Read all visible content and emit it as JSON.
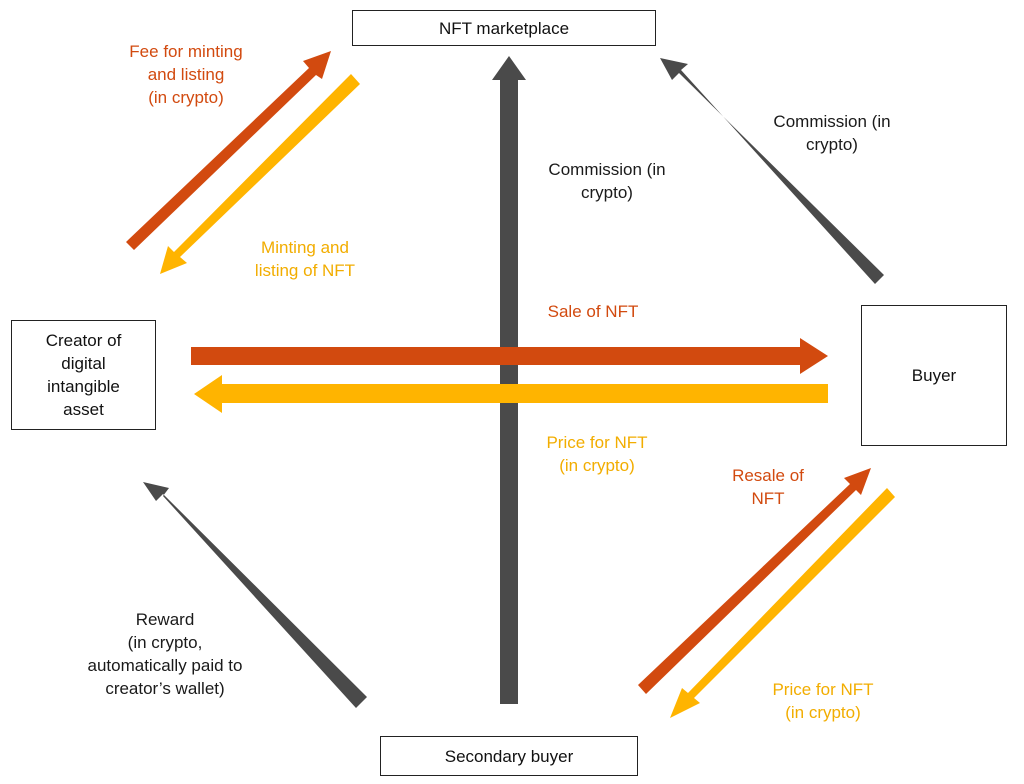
{
  "colors": {
    "dark": "#4a4a4a",
    "red": "#d24a0f",
    "yellow": "#ffb400"
  },
  "nodes": {
    "marketplace": "NFT marketplace",
    "creator": "Creator of\ndigital\nintangible\nasset",
    "buyer": "Buyer",
    "secondary_buyer": "Secondary buyer"
  },
  "flows": {
    "fee_minting": "Fee for minting\nand listing\n(in crypto)",
    "minting_listing": "Minting and\nlisting of NFT",
    "commission_center": "Commission (in\ncrypto)",
    "commission_right": "Commission (in\ncrypto)",
    "sale": "Sale of NFT",
    "price": "Price for NFT\n(in crypto)",
    "resale": "Resale of\nNFT",
    "price_resale": "Price for NFT\n(in crypto)",
    "reward": "Reward\n(in crypto,\nautomatically paid to\ncreator’s wallet)"
  }
}
